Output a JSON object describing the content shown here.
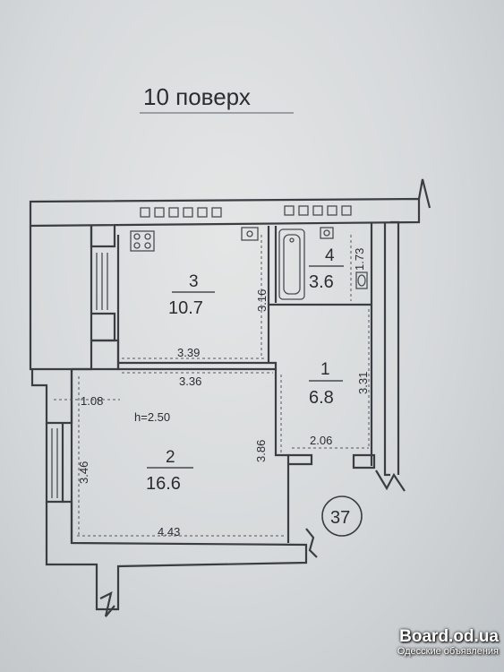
{
  "floor_label": "10 поверх",
  "rooms": [
    {
      "id": "kitchen",
      "number": "3",
      "area": "10.7"
    },
    {
      "id": "living",
      "number": "2",
      "area": "16.6"
    },
    {
      "id": "hall",
      "number": "1",
      "area": "6.8"
    },
    {
      "id": "bath",
      "number": "4",
      "area": "3.6"
    }
  ],
  "dimensions": {
    "d_339": "3.39",
    "d_336": "3.36",
    "d_316": "3.16",
    "d_108": "1.08",
    "ceiling": "h=2.50",
    "d_346": "3.46",
    "d_386": "3.86",
    "d_206": "2.06",
    "d_443": "4.43",
    "d_331": "3.31",
    "d_173": "1.73"
  },
  "apartment_number": "37",
  "watermark": {
    "site": "Board.od.ua",
    "subtitle": "Одесские объявления"
  }
}
